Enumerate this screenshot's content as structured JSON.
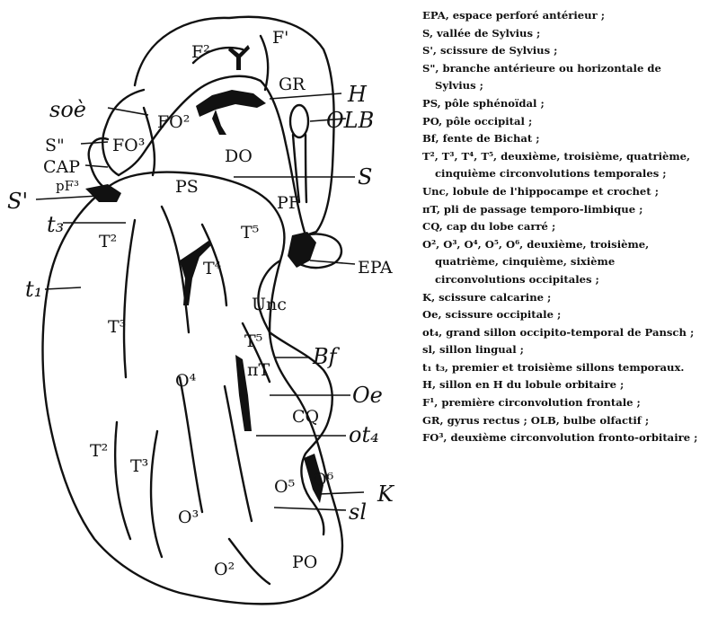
{
  "figure": {
    "labels": {
      "F2": "F²",
      "F1": "F'",
      "GR": "GR",
      "H": "H",
      "OLB": "OLB",
      "soe": "soè",
      "FO2": "FO²",
      "FO3": "FO³",
      "S2": "S\"",
      "CAP": "CAP",
      "pF": "pF³",
      "S1": "S'",
      "PS": "PS",
      "DO": "DO",
      "S": "S",
      "PF": "PF",
      "t3": "t₃",
      "T2a": "T²",
      "T5a": "T⁵",
      "T4": "T⁴",
      "EPA": "EPA",
      "t1": "t₁",
      "Unc": "Unc",
      "T3a": "T³",
      "T5b": "T⁵",
      "Bf": "Bf",
      "O4": "O⁴",
      "piT": "πT",
      "Oe": "Oe",
      "CQ": "CQ",
      "ot4": "ot₄",
      "T2b": "T²",
      "T3b": "T³",
      "O5": "O⁵",
      "O6": "O⁶",
      "K": "K",
      "sl": "sl",
      "O3": "O³",
      "O2": "O²",
      "PO": "PO"
    }
  },
  "legend": [
    "EPA, espace perforé antérieur ;",
    "S, vallée de Sylvius ;",
    "S', scissure de Sylvius ;",
    "S\", branche antérieure ou horizontale de Sylvius ;",
    "PS, pôle sphénoïdal ;",
    "PO, pôle occipital ;",
    "Bf, fente de Bichat ;",
    "T², T³, T⁴, T⁵, deuxième, troisième, quatrième, cinquième circonvolutions temporales ;",
    "Unc, lobule de l'hippocampe et crochet ;",
    "πT, pli de passage temporo-limbique ;",
    "CQ, cap du lobe carré ;",
    "O², O³, O⁴, O⁵, O⁶, deuxième, troisième, quatrième, cinquième, sixième circonvolutions occipitales ;",
    "K, scissure calcarine ;",
    "Oe, scissure occipitale ;",
    "ot₄, grand sillon occipito-temporal de Pansch ;",
    "sl, sillon lingual ;",
    "t₁ t₃, premier et troisième sillons temporaux.",
    "H, sillon en H du lobule orbitaire ;",
    "F¹, première circonvolution frontale ;",
    "GR, gyrus rectus ; OLB, bulbe olfactif ;",
    "FO³, deuxième circonvolution fronto-orbitaire ;"
  ]
}
